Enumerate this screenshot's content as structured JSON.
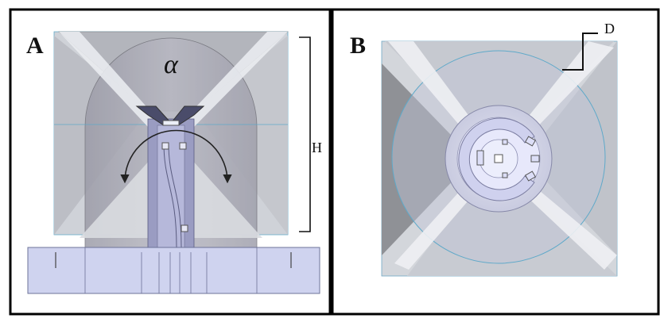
{
  "panels": [
    {
      "id": "A",
      "label": "A"
    },
    {
      "id": "B",
      "label": "B"
    }
  ],
  "annotations": {
    "angle_symbol": "α",
    "height_label": "H",
    "diameter_label": "D"
  },
  "colors": {
    "frame": "#000000",
    "base_fill": "#cfd3ef",
    "base_stroke": "#6e7399",
    "dome_fill": "#a9a9b4",
    "reflector_fill": "#c8ccd4",
    "reflector_light": "#e2e5ea",
    "reflector_dark": "#8e9094",
    "inner_body": "#9ea0c4",
    "cyan_edge": "#5fa9c9",
    "disc_fill": "#d8d9f0",
    "disc_inner": "#e6e7fb"
  }
}
